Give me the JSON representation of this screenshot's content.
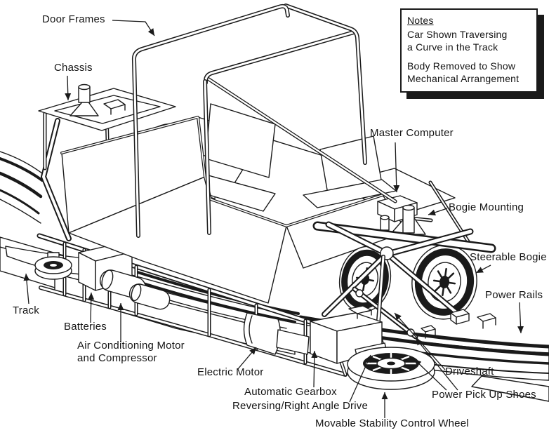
{
  "diagram": {
    "kind": "technical line drawing"
  },
  "notes_box": {
    "title": "Notes",
    "lines": [
      "Car Shown Traversing",
      "a Curve in the Track",
      "Body Removed to Show",
      "Mechanical Arrangement"
    ]
  },
  "labels": [
    {
      "id": "door-frames",
      "text": "Door Frames"
    },
    {
      "id": "chassis",
      "text": "Chassis"
    },
    {
      "id": "master-computer",
      "text": "Master Computer"
    },
    {
      "id": "bogie-mounting",
      "text": "Bogie Mounting"
    },
    {
      "id": "steerable-bogie",
      "text": "Steerable Bogie"
    },
    {
      "id": "power-rails",
      "text": "Power Rails"
    },
    {
      "id": "track",
      "text": "Track"
    },
    {
      "id": "batteries",
      "text": "Batteries"
    },
    {
      "id": "air-conditioning",
      "text": "Air Conditioning Motor\nand Compressor"
    },
    {
      "id": "electric-motor",
      "text": "Electric Motor"
    },
    {
      "id": "automatic-gearbox",
      "text": "Automatic Gearbox"
    },
    {
      "id": "reversing-drive",
      "text": "Reversing/Right Angle Drive"
    },
    {
      "id": "stability-wheel",
      "text": "Movable Stability Control Wheel"
    },
    {
      "id": "driveshaft",
      "text": "Driveshaft"
    },
    {
      "id": "power-pickup",
      "text": "Power Pick Up Shoes"
    }
  ],
  "colors": {
    "line": "#1a1a1a",
    "background": "#ffffff"
  }
}
